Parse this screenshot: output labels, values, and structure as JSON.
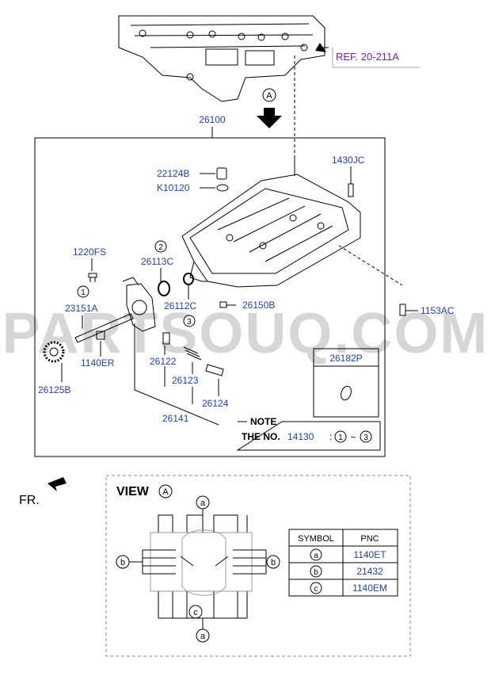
{
  "watermark": "PARTSOUQ.COM",
  "ref": "REF. 20-211A",
  "view_marker": "A",
  "assembly": "26100",
  "parts": {
    "p22124b": "22124B",
    "k10120": "K10120",
    "p1430jc": "1430JC",
    "p1220fs": "1220FS",
    "p26113c": "26113C",
    "p23151a": "23151A",
    "p26112c": "26112C",
    "p26150b": "26150B",
    "p1153ac": "1153AC",
    "p1140er": "1140ER",
    "p26122": "26122",
    "p26123": "26123",
    "p26125b": "26125B",
    "p26141": "26141",
    "p26124": "26124",
    "p26182p": "26182P"
  },
  "callouts": {
    "c1": "1",
    "c2": "2",
    "c3": "3"
  },
  "note": {
    "title": "NOTE",
    "line_prefix": "THE NO.",
    "line_num": "14130",
    "range_start": "1",
    "range_sep": "~",
    "range_end": "3"
  },
  "fr_label": "FR.",
  "view": {
    "title": "VIEW",
    "marker": "A",
    "letters": {
      "a": "a",
      "b": "b",
      "c": "c"
    }
  },
  "symbol_table": {
    "headers": [
      "SYMBOL",
      "PNC"
    ],
    "rows": [
      {
        "symbol": "a",
        "pnc": "1140ET"
      },
      {
        "symbol": "b",
        "pnc": "21432"
      },
      {
        "symbol": "c",
        "pnc": "1140EM"
      }
    ]
  },
  "colors": {
    "part_number": "#1f3fa8",
    "ref_text": "#7a1fb5",
    "watermark": "#d4d4d4"
  }
}
